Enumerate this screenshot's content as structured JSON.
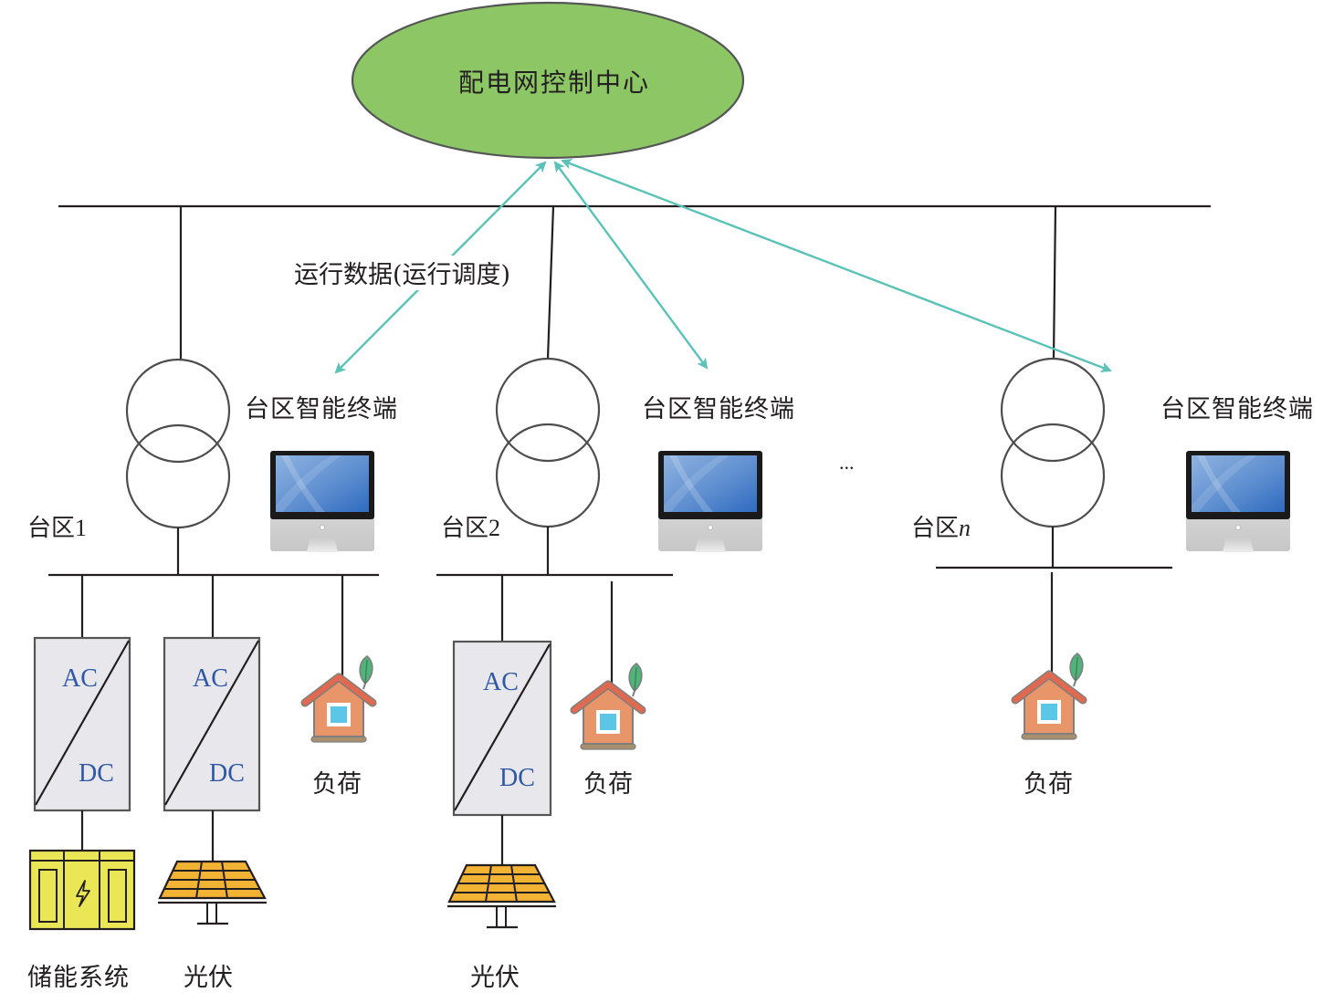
{
  "control_center": {
    "label": "配电网控制中心",
    "fill_color": "#8cc665"
  },
  "link_label": "运行数据(运行调度)",
  "colors": {
    "arrow": "#5bc2b8",
    "converter_text": "#2e57a5",
    "converter_fill": "#e8e8ec",
    "storage_fill": "#ebe655",
    "pv_fill": "#f2b233",
    "house_wall": "#e9956a",
    "house_roof": "#e06a50",
    "house_window": "#5cc6e6",
    "leaf": "#4fb37a"
  },
  "ellipsis": "...",
  "zones": [
    {
      "name_prefix": "台区",
      "name_suffix": "1",
      "suffix_italic": false,
      "terminal_label": "台区智能终端",
      "converters": [
        {
          "ac": "AC",
          "dc": "DC",
          "device": "storage",
          "device_label": "储能系统"
        },
        {
          "ac": "AC",
          "dc": "DC",
          "device": "pv",
          "device_label": "光伏"
        }
      ],
      "loads": [
        {
          "label": "负荷"
        }
      ]
    },
    {
      "name_prefix": "台区",
      "name_suffix": "2",
      "suffix_italic": false,
      "terminal_label": "台区智能终端",
      "converters": [
        {
          "ac": "AC",
          "dc": "DC",
          "device": "pv",
          "device_label": "光伏"
        }
      ],
      "loads": [
        {
          "label": "负荷"
        }
      ]
    },
    {
      "name_prefix": "台区",
      "name_suffix": "n",
      "suffix_italic": true,
      "terminal_label": "台区智能终端",
      "converters": [],
      "loads": [
        {
          "label": "负荷"
        }
      ]
    }
  ]
}
